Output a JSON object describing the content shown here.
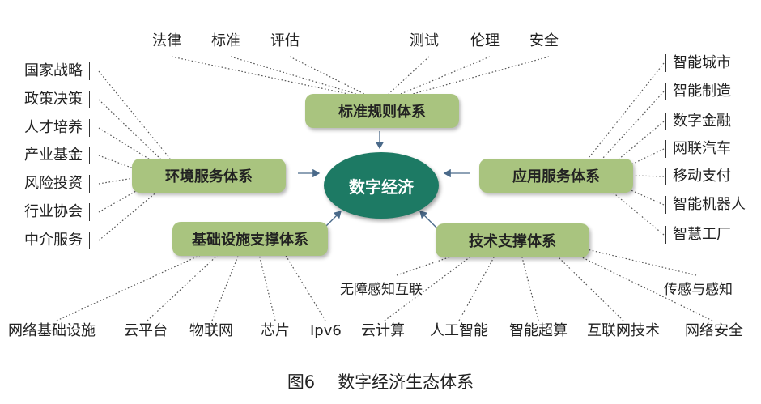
{
  "center": "数字经济",
  "hubs": {
    "rules": "标准规则体系",
    "env": "环境服务体系",
    "app": "应用服务体系",
    "infra": "基础设施支撑体系",
    "tech": "技术支撑体系"
  },
  "rules_items": [
    "法律",
    "标准",
    "评估",
    "测试",
    "伦理",
    "安全"
  ],
  "env_items": [
    "国家战略",
    "政策决策",
    "人才培养",
    "产业基金",
    "风险投资",
    "行业协会",
    "中介服务"
  ],
  "app_items": [
    "智能城市",
    "智能制造",
    "数字金融",
    "网联汽车",
    "移动支付",
    "智能机器人",
    "智慧工厂"
  ],
  "infra_items": [
    "网络基础设施",
    "云平台",
    "物联网",
    "芯片",
    "Ipv6"
  ],
  "tech_items": [
    "云计算",
    "人工智能",
    "智能超算",
    "互联网技术",
    "网络安全"
  ],
  "tech_side_items": [
    "无障感知互联",
    "传感与感知"
  ],
  "caption": {
    "fig": "图6",
    "title": "数字经济生态体系"
  }
}
